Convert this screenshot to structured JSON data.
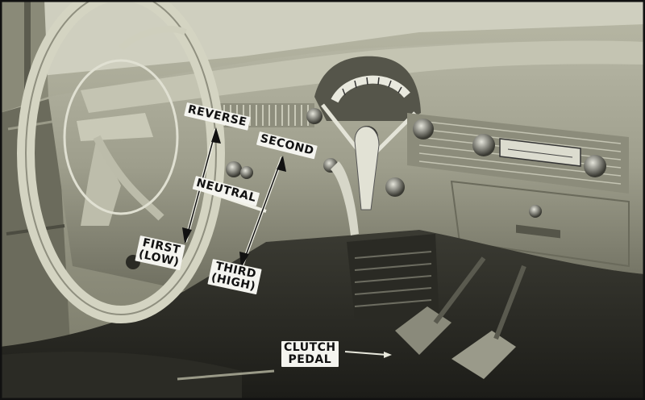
{
  "photo": {
    "labels": {
      "reverse": "REVERSE",
      "second": "SECOND",
      "neutral": "NEUTRAL",
      "first_line1": "FIRST",
      "first_line2": "(LOW)",
      "third_line1": "THIRD",
      "third_line2": "(HIGH)",
      "clutch_line1": "CLUTCH",
      "clutch_line2": "PEDAL"
    }
  }
}
